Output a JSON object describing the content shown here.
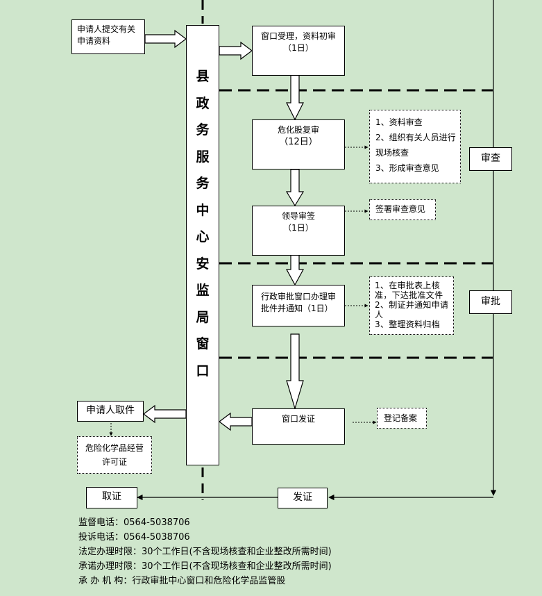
{
  "vertical_window": "县政务服务中心安监局窗口",
  "boxes": {
    "applicant_submit": [
      "申请人提交有关",
      "申请资料"
    ],
    "window_accept": [
      "窗口受理，资料初审",
      "（1日）"
    ],
    "hazchem_review": [
      "危化股复审",
      "（12日）"
    ],
    "review_notes": [
      "1、资料审查",
      "2、组织有关人员进行",
      "现场核查",
      "3、形成审查意见"
    ],
    "leader_sign": [
      "领导审签",
      "（1日）"
    ],
    "sign_opinion": "签署审查意见",
    "admin_approval": [
      "行政审批窗口办理审",
      "批件并通知（1日）"
    ],
    "approval_notes": [
      "1、在审批表上核",
      "准，下达批准文件",
      "2、制证并通知申请",
      "人",
      "3、整理资料归档"
    ],
    "window_issue": "窗口发证",
    "register_file": "登记备案",
    "applicant_collect": "申请人取件",
    "license": [
      "危险化学品经营",
      "许可证"
    ],
    "collect": "取证",
    "issue": "发证",
    "stage_review": "审查",
    "stage_approval": "审批"
  },
  "footer": [
    "监督电话：0564-5038706",
    "投诉电话：0564-5038706",
    "法定办理时限：30个工作日(不含现场核查和企业整改所需时间)",
    "承诺办理时限：30个工作日(不含现场核查和企业整改所需时间)",
    "承 办 机  构：行政审批中心窗口和危险化学品监管股"
  ]
}
